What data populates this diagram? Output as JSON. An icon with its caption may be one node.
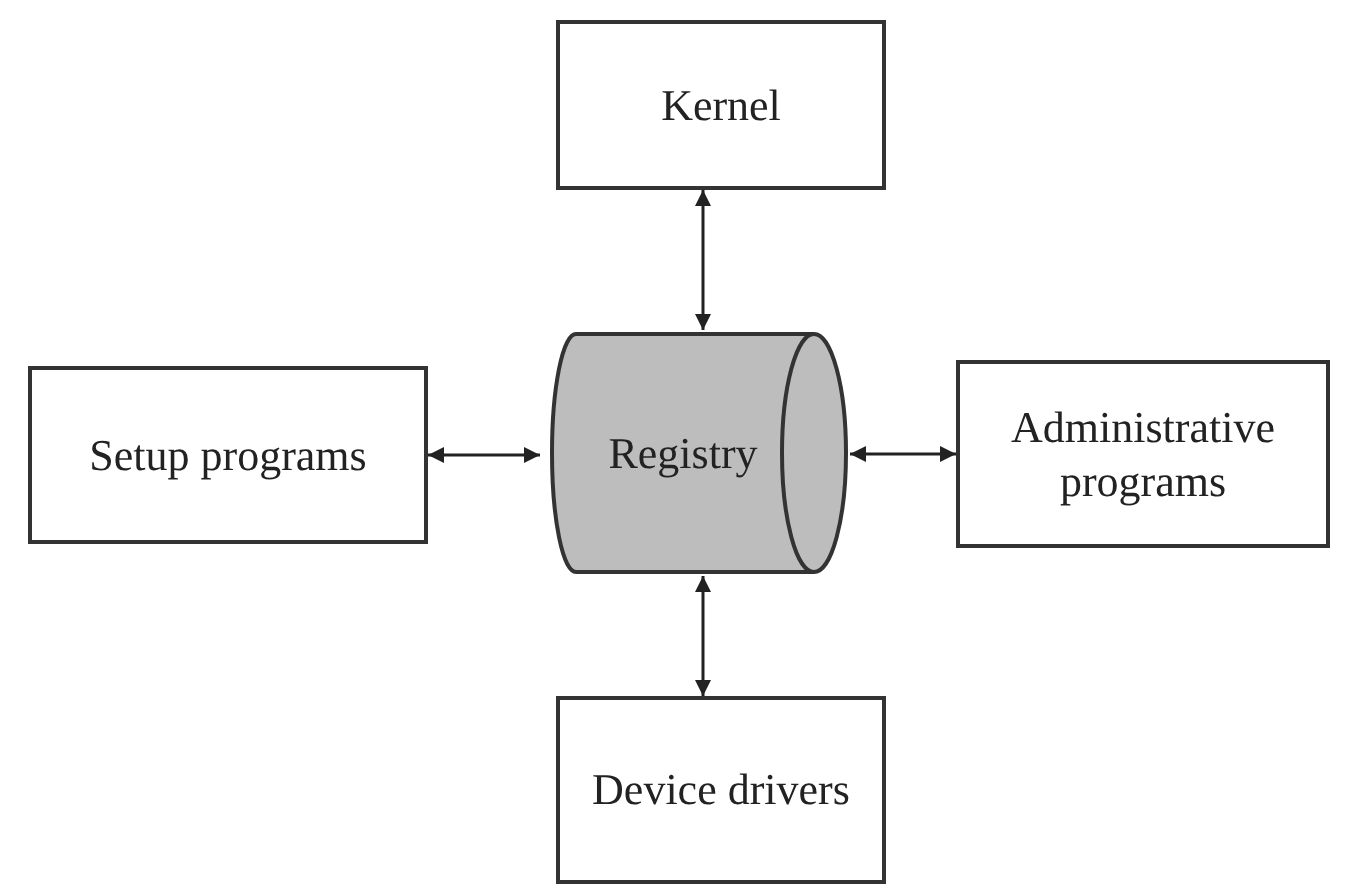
{
  "diagram": {
    "nodes": [
      {
        "text": [
          "Kernel"
        ]
      },
      {
        "text": [
          "Setup programs"
        ]
      },
      {
        "text": [
          "Registry"
        ]
      },
      {
        "text": [
          "Administrative programs"
        ]
      },
      {
        "text": [
          "Device drivers"
        ]
      }
    ],
    "edges": [
      {
        "from": 0,
        "to": 2,
        "arrow": "both"
      },
      {
        "from": 1,
        "to": 2,
        "arrow": "both"
      },
      {
        "from": 2,
        "to": 3,
        "arrow": "both"
      },
      {
        "from": 2,
        "to": 4,
        "arrow": "both"
      }
    ]
  }
}
